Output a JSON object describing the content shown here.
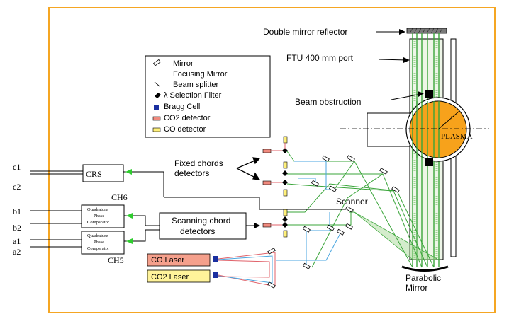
{
  "colors": {
    "frame": "#f5a623",
    "plasma": "#f7a21b",
    "beam_green": "#3aa53a",
    "beam_blue": "#4aa6e0",
    "beam_red": "#e0626a",
    "co2_detector": "#f08a7e",
    "co_detector": "#fff07a",
    "bragg_cell": "#1a2fa0",
    "co_laser_fill": "#f5a08c",
    "co2_laser_fill": "#fff39a"
  },
  "labels": {
    "double_mirror_reflector": "Double mirror reflector",
    "ftu_port": "FTU 400 mm port",
    "beam_obstruction": "Beam obstruction",
    "plasma": "PLASMA",
    "radius": "r",
    "fixed_chords": "Fixed chords\ndetectors",
    "scanning_chord": "Scanning chord\ndetectors",
    "scanner": "Scanner",
    "parabolic_mirror": "Parabolic\nMirror",
    "co_laser": "CO Laser",
    "co2_laser": "CO2 Laser",
    "crs": "CRS",
    "ch6": "CH6",
    "ch5": "CH5",
    "comparator": "Quadrature\nPhase\nComparator",
    "signals": [
      "c1",
      "c2",
      "b1",
      "b2",
      "a1",
      "a2"
    ]
  },
  "legend": [
    {
      "icon": "mirror-icon",
      "label": "Mirror"
    },
    {
      "icon": "focusing-mirror-icon",
      "label": "Focusing Mirror"
    },
    {
      "icon": "beam-splitter-icon",
      "label": "Beam splitter"
    },
    {
      "icon": "selection-filter-icon",
      "label": "λ Selection Filter"
    },
    {
      "icon": "bragg-cell-icon",
      "label": "Bragg Cell"
    },
    {
      "icon": "co2-detector-icon",
      "label": "CO2 detector"
    },
    {
      "icon": "co-detector-icon",
      "label": "CO detector"
    }
  ]
}
